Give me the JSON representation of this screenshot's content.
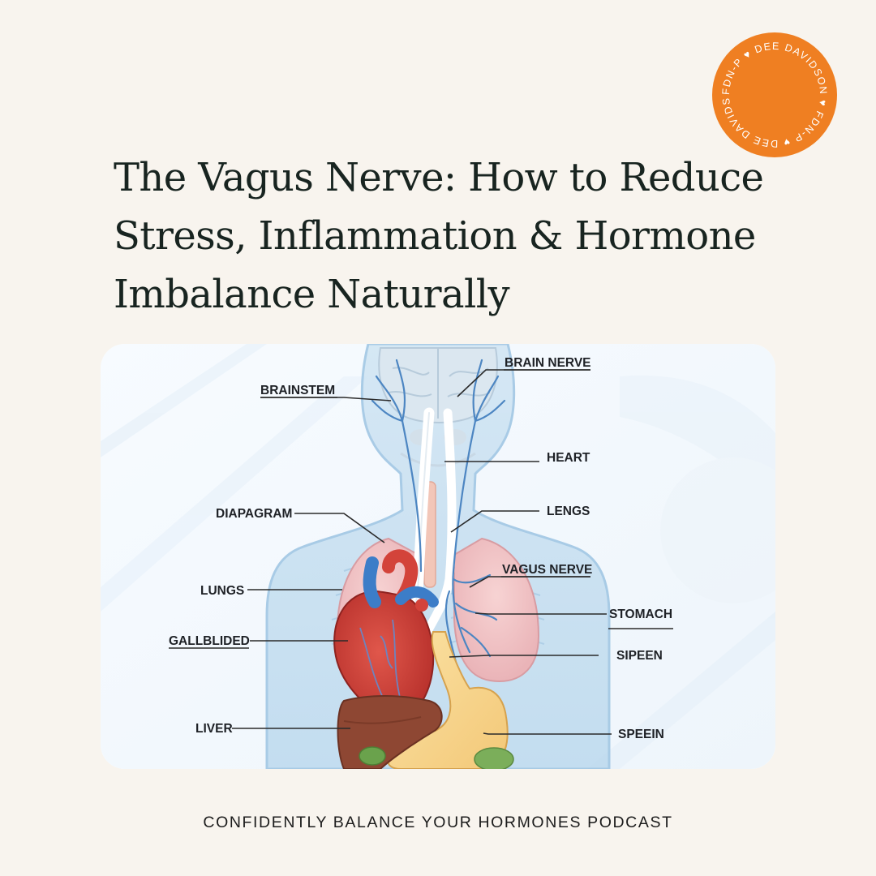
{
  "badge": {
    "ring_text": "FDN-P ♥ DEE DAVIDSON ♥ FDN-P ♥ DEE DAVIDSON ♥",
    "color": "#ef7f22"
  },
  "title": {
    "line1": "The Vagus Nerve: How to Reduce",
    "line2": "Stress, Inflammation & Hormone",
    "line3": "Imbalance Naturally"
  },
  "diagram": {
    "labels": {
      "brainstem": "BRAINSTEM",
      "brain_nerve": "BRAIN NERVE",
      "heart": "HEART",
      "diapagram": "DIAPAGRAM",
      "lengs": "LENGS",
      "vagus_nerve": "VAGUS NERVE",
      "lungs": "LUNGS",
      "stomach": "STOMACH",
      "gallblided": "GALLBLIDED",
      "sipeen": "SIPEEN",
      "liver": "LIVER",
      "speein": "SPEEIN"
    }
  },
  "footer": {
    "text": "CONFIDENTLY BALANCE YOUR HORMONES PODCAST"
  }
}
